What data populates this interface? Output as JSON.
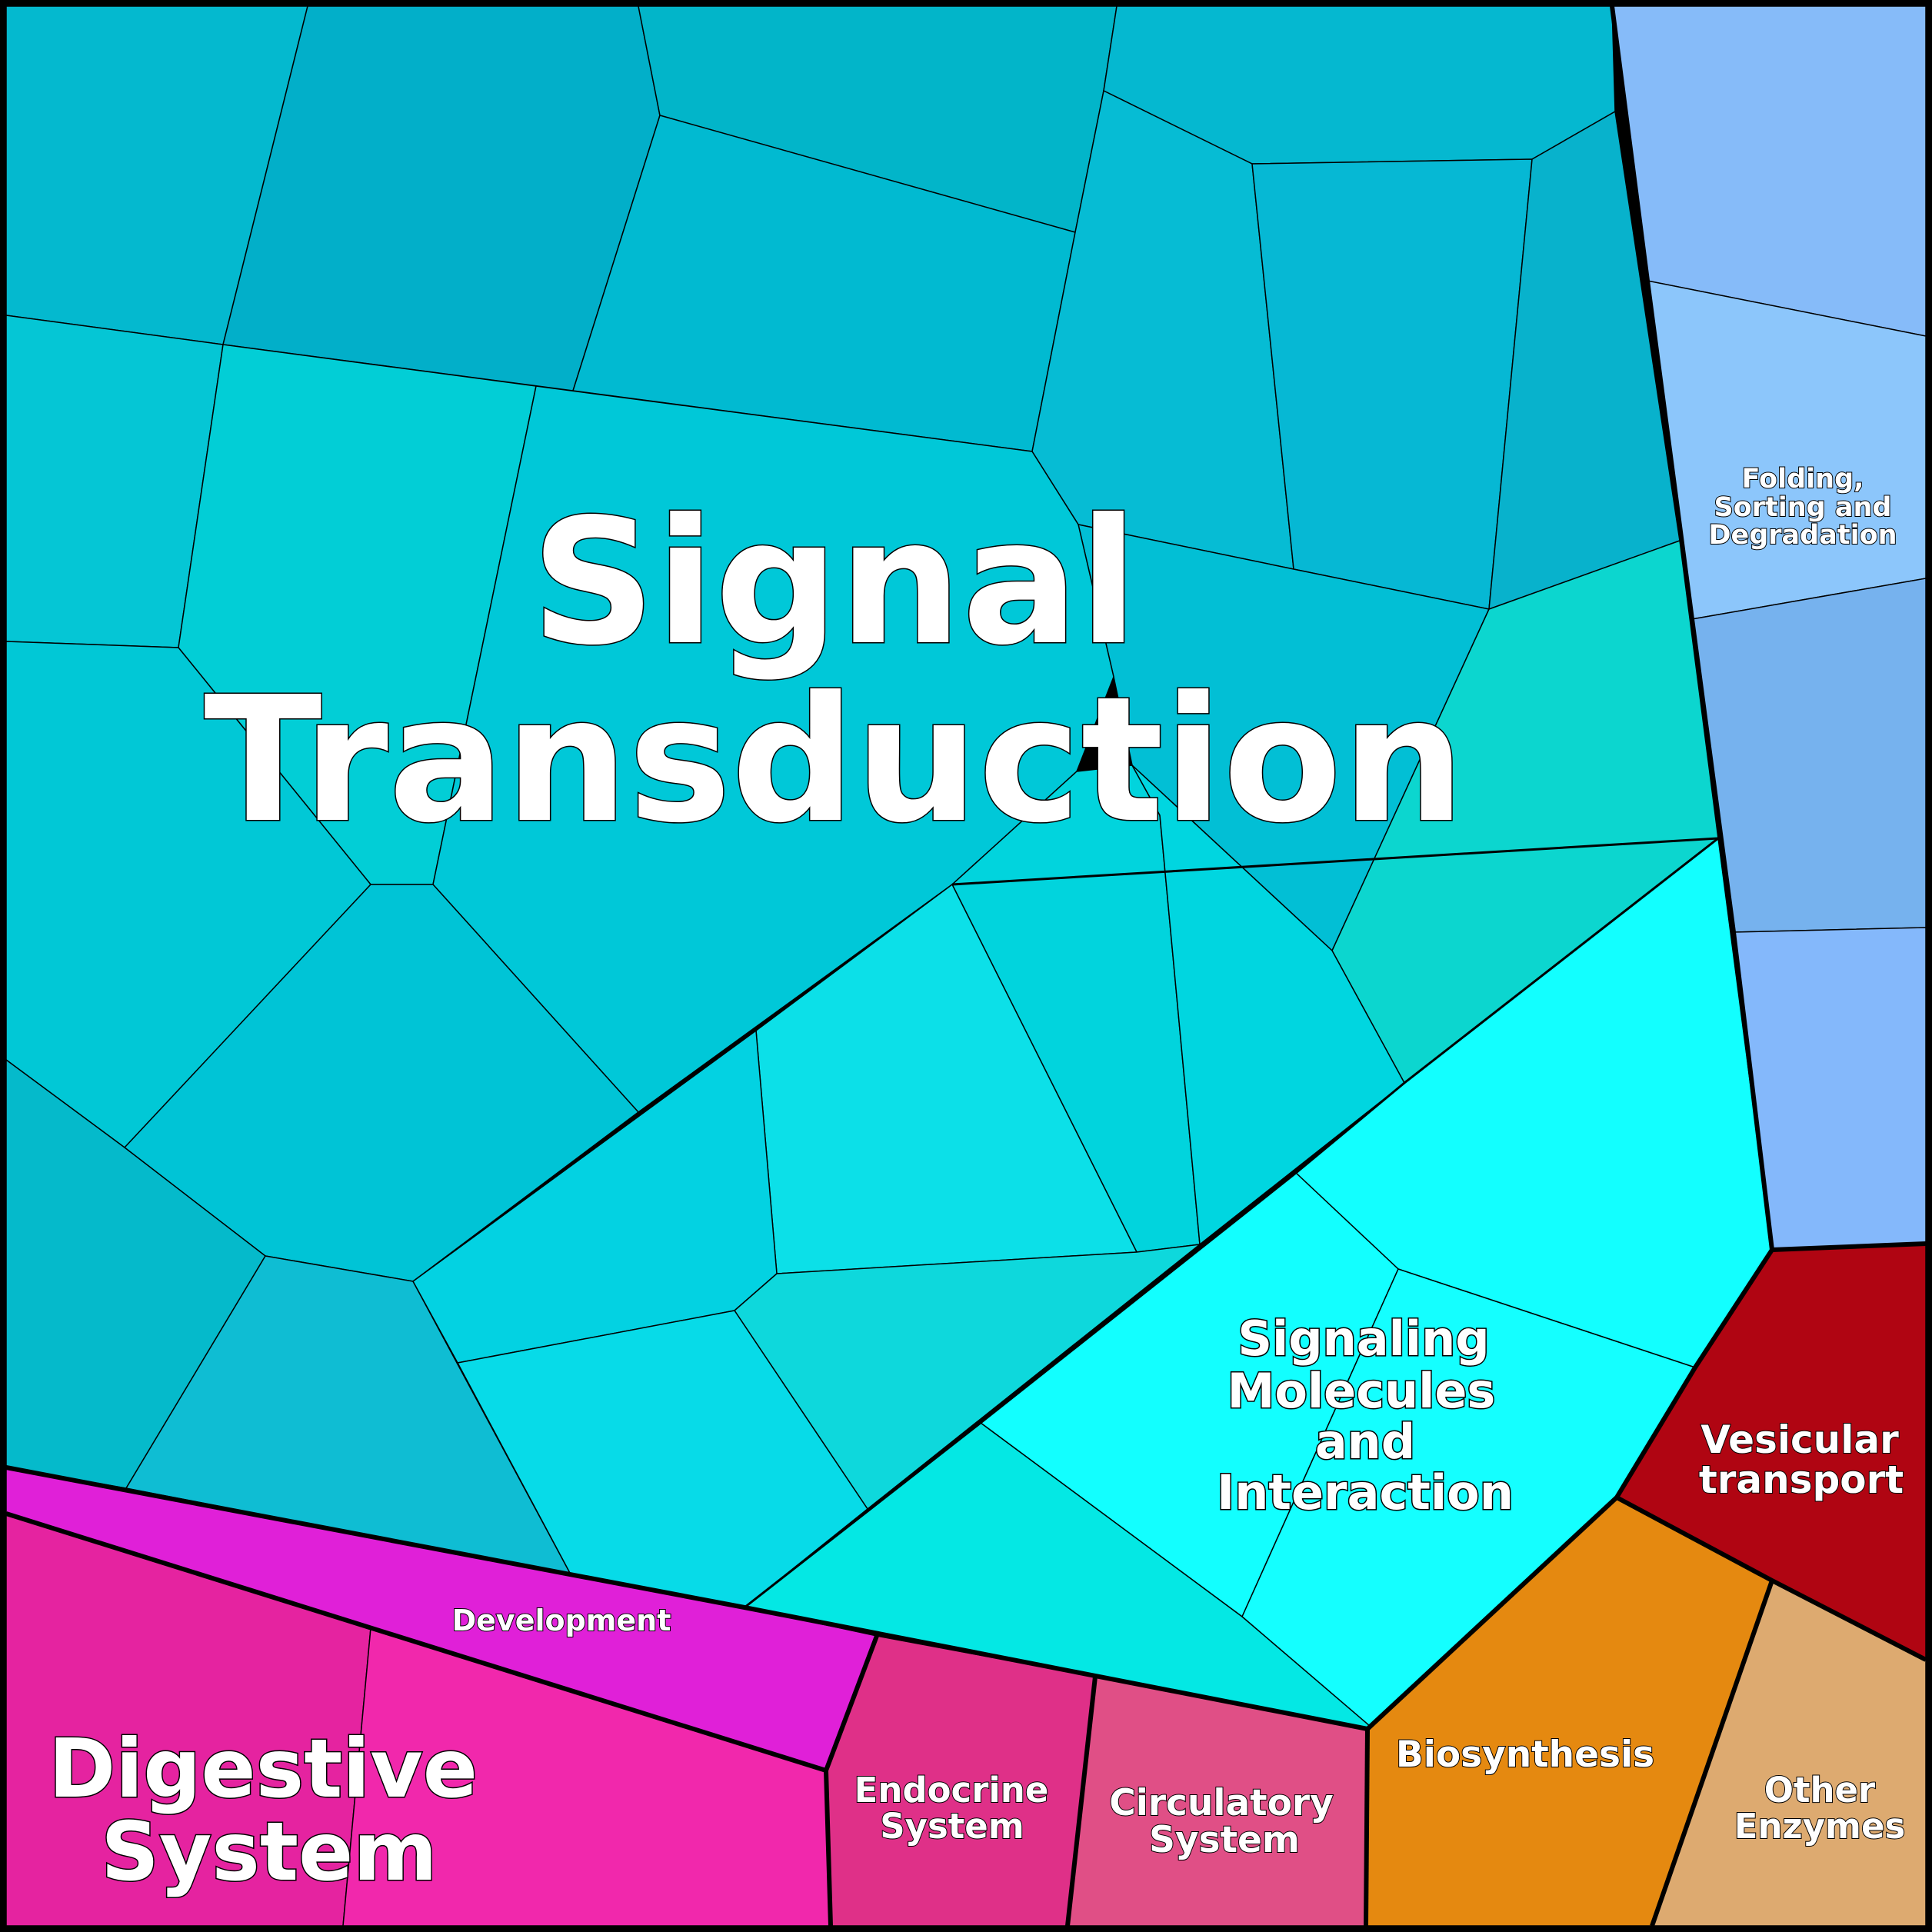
{
  "labels": {
    "signal_transduction_1": "Signal",
    "signal_transduction_2": "Transduction",
    "signaling_molecules_1": "Signaling",
    "signaling_molecules_2": "Molecules",
    "signaling_molecules_3": "and",
    "signaling_molecules_4": "Interaction",
    "folding_1": "Folding,",
    "folding_2": "Sorting and",
    "folding_3": "Degradation",
    "vesicular_1": "Vesicular",
    "vesicular_2": "transport",
    "development": "Development",
    "digestive_1": "Digestive",
    "digestive_2": "System",
    "endocrine_1": "Endocrine",
    "endocrine_2": "System",
    "circulatory_1": "Circulatory",
    "circulatory_2": "System",
    "biosynthesis": "Biosynthesis",
    "other_enzymes_1": "Other",
    "other_enzymes_2": "Enzymes"
  },
  "colors": {
    "signal_transduction": "#00c4d6",
    "signaling_molecules": "#12ffff",
    "folding_sorting_degradation": "#87bcf9",
    "vesicular_transport": "#b00512",
    "development": "#e020d8",
    "digestive_system": "#ef28aa",
    "endocrine_system": "#df3088",
    "circulatory_system": "#e04f86",
    "biosynthesis": "#e58910",
    "other_enzymes": "#ddaa70"
  }
}
